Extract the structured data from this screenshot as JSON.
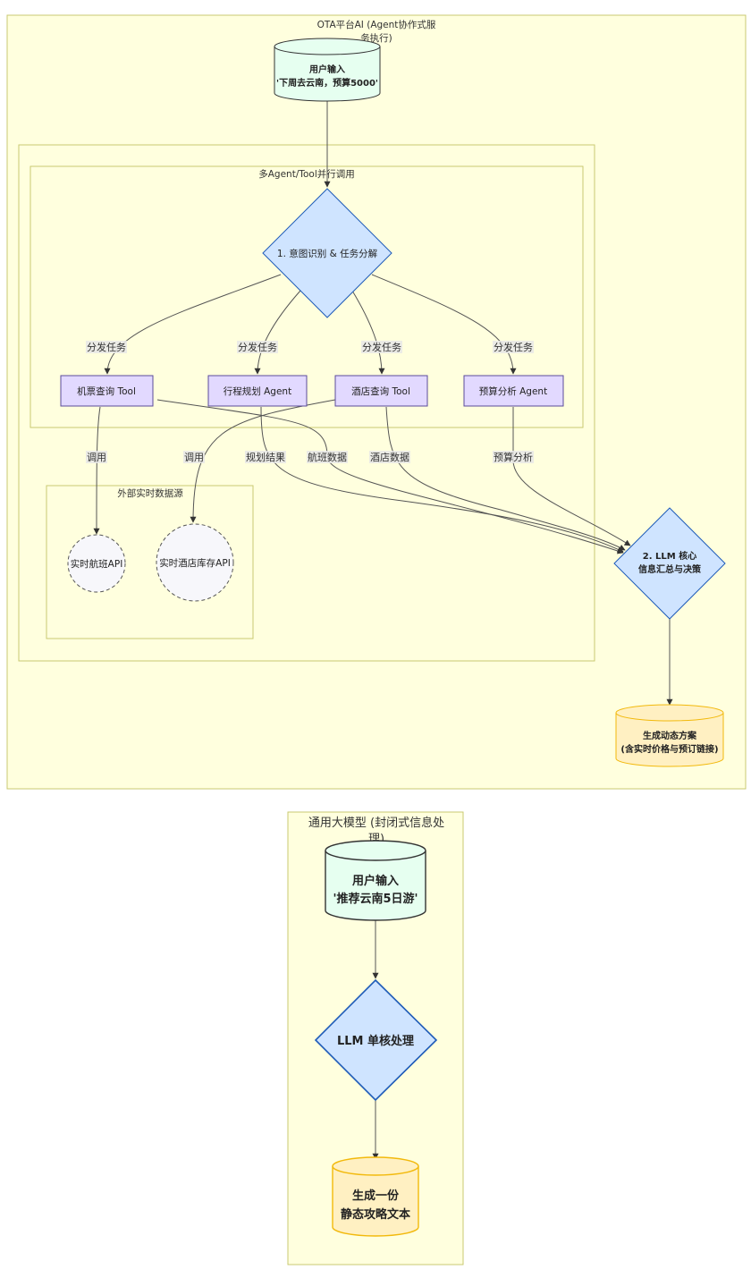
{
  "top": {
    "title_line1": "OTA平台AI (Agent协作式服",
    "title_line2": "务执行)",
    "parallel_group_title": "多Agent/Tool并行调用",
    "external_group_title": "外部实时数据源",
    "input_line1": "用户输入",
    "input_line2": "'下周去云南，预算5000'",
    "intent_node": "1. 意图识别 & 任务分解",
    "flight_tool": "机票查询 Tool",
    "itinerary_agent": "行程规划 Agent",
    "hotel_tool": "酒店查询 Tool",
    "budget_agent": "预算分析 Agent",
    "flight_api": "实时航班API",
    "hotel_api": "实时酒店库存API",
    "llm_line1": "2. LLM 核心",
    "llm_line2": "信息汇总与决策",
    "output_line1": "生成动态方案",
    "output_line2": "(含实时价格与预订链接)",
    "edge_dispatch": "分发任务",
    "edge_call": "调用",
    "edge_plan_result": "规划结果",
    "edge_flight_data": "航班数据",
    "edge_hotel_data": "酒店数据",
    "edge_budget_analysis": "预算分析"
  },
  "bottom": {
    "title_line1": "通用大模型 (封闭式信息处",
    "title_line2": "理)",
    "input_line1": "用户输入",
    "input_line2": "'推荐云南5日游'",
    "llm_node": "LLM 单核处理",
    "output_line1": "生成一份",
    "output_line2": "静态攻略文本"
  },
  "colors": {
    "cluster_fill": "#ffffde",
    "cluster_stroke": "#c9c971",
    "input_fill": "#e6fff0",
    "decision_fill": "#cfe4ff",
    "decision_stroke": "#1e5bb8",
    "tool_fill": "#e2d9ff",
    "tool_stroke": "#5b4b9a",
    "api_fill": "#f7f7fb",
    "output_fill": "#fff0c2",
    "output_stroke": "#f2b90c"
  }
}
